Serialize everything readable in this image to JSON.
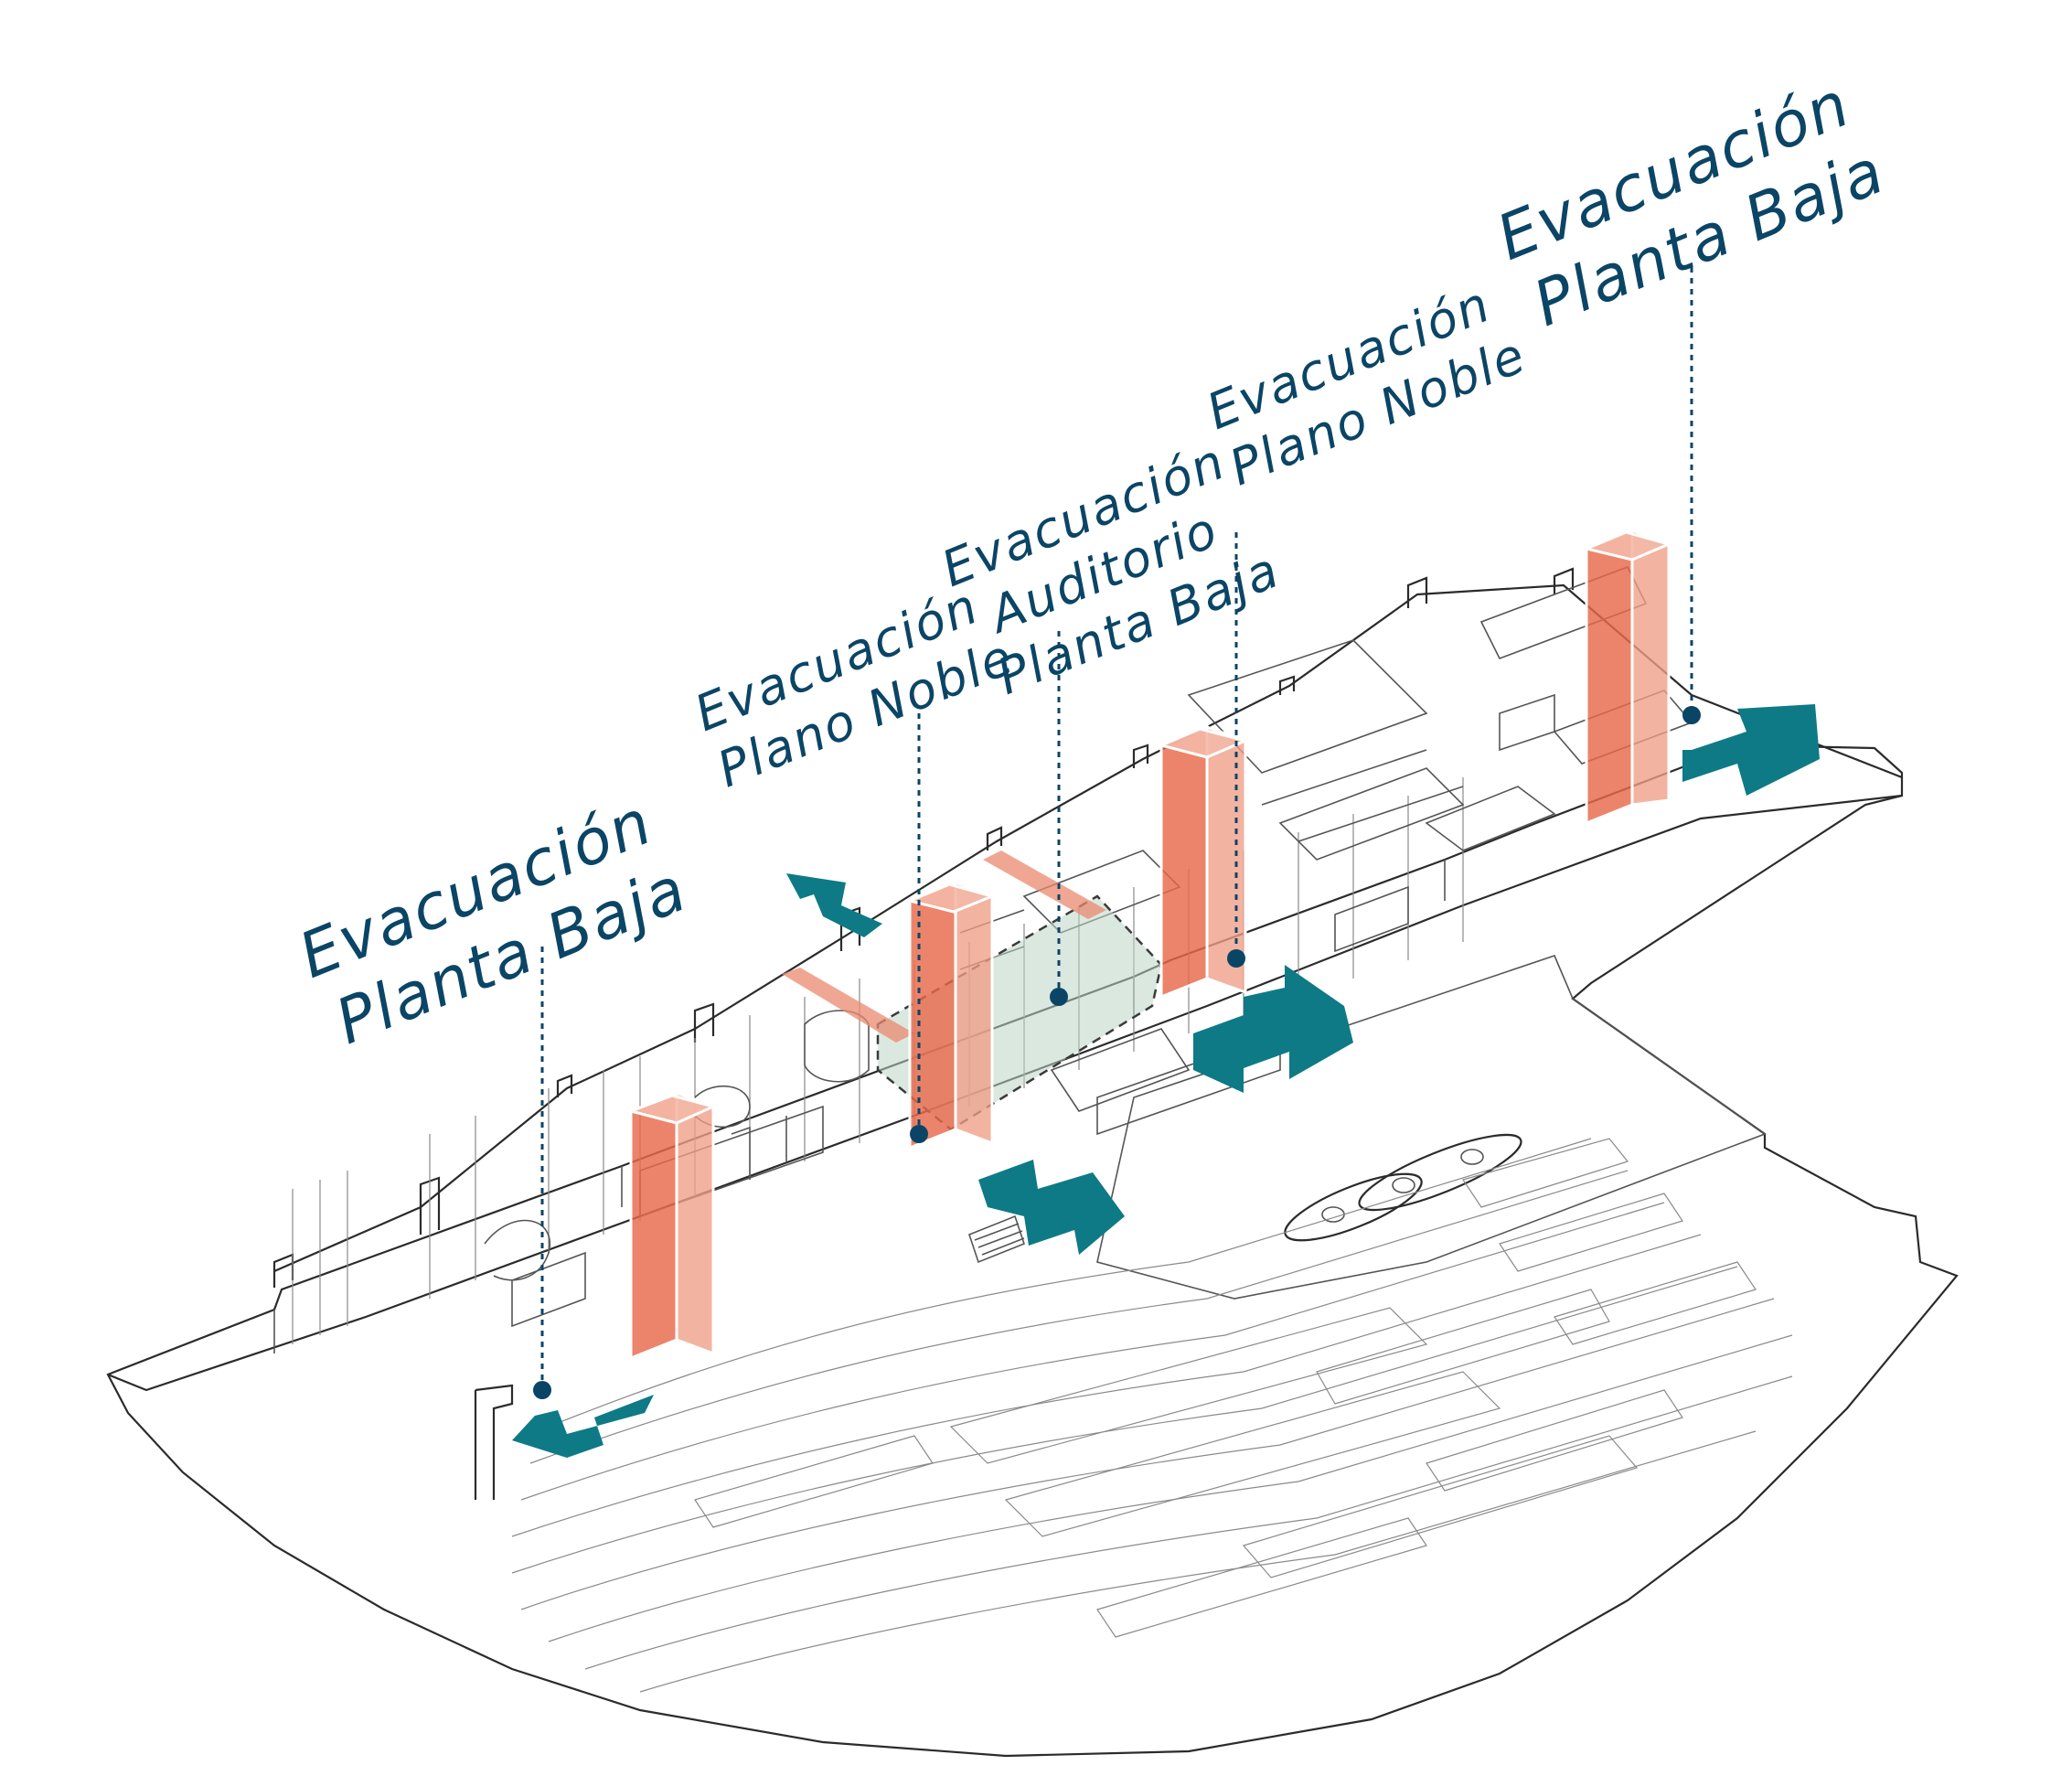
{
  "labels": [
    {
      "id": "left",
      "line1": "Evacuación",
      "line2": "Planta Baja"
    },
    {
      "id": "center-left",
      "line1": "Evacuación",
      "line2": "Plano Noble"
    },
    {
      "id": "center",
      "line1": "Evacuación",
      "line2": "Auditorio",
      "line3": "Planta Baja"
    },
    {
      "id": "center-right",
      "line1": "Evacuación",
      "line2": "Plano Noble"
    },
    {
      "id": "right",
      "line1": "Evacuación",
      "line2": "Planta Baja"
    }
  ],
  "colors": {
    "label_text": "#0b4566",
    "evacuation_core": "#e8694a",
    "exit_arrow": "#0e7a86",
    "auditorium_zone": "#bcd6c6",
    "linework": "#2b2b2b"
  },
  "icons": {
    "exit_arrow": "arrow-shape",
    "leader_marker": "dot"
  }
}
